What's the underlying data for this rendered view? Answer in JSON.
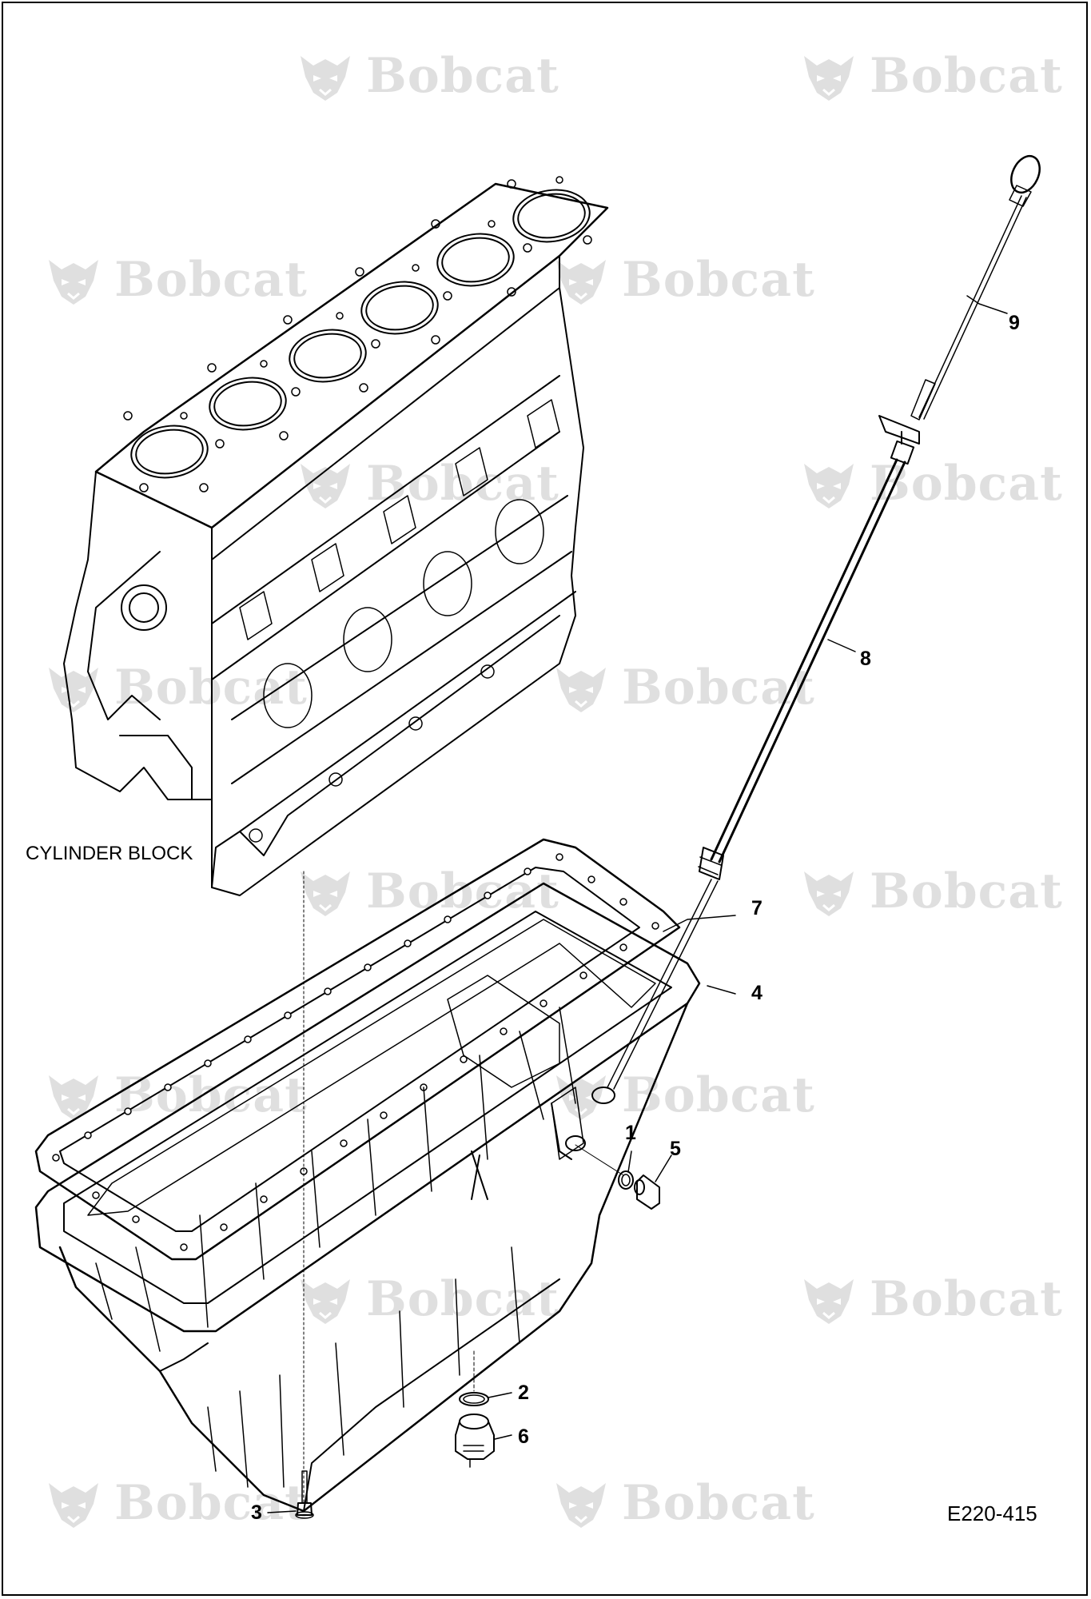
{
  "watermark": {
    "text": "Bobcat",
    "icon": "bobcat-logo-icon"
  },
  "labels": {
    "cylinder_block": "CYLINDER BLOCK"
  },
  "callouts": [
    "1",
    "2",
    "3",
    "4",
    "5",
    "6",
    "7",
    "8",
    "9"
  ],
  "figure_ref": "E220-415",
  "colors": {
    "line": "#000000",
    "watermark": "#d9d9d9",
    "background": "#ffffff"
  }
}
